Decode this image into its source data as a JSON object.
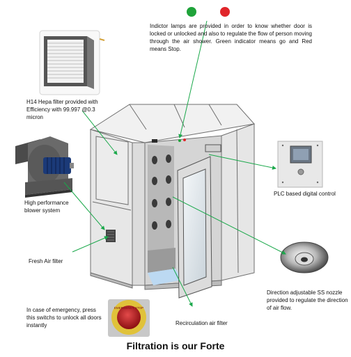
{
  "labels": {
    "indicator": "Indictor lamps are provided in order to know whether door is locked or unlocked and also to regulate the flow of person moving through the air shower. Green indicator means go and Red means Stop.",
    "hepa": "H14 Hepa filter provided with Efficiency with 99.997 @0.3 micron",
    "blower": "High performance blower system",
    "fresh_air": "Fresh Air filter",
    "plc": "PLC based digital control",
    "nozzle": "Direction adjustable SS nozzle provided to regulate the direction of air flow.",
    "emergency": "In case of emergency, press this switchs to unlock all doors instantly",
    "recirculation": "Recirculation air filter",
    "stop_button_text": "EMERGENCY STOP"
  },
  "title": "Filtration is our Forte",
  "colors": {
    "green_lamp": "#1fa33a",
    "red_lamp": "#e0252a",
    "callout_line": "#1aa84a",
    "cabinet_panel": "#e7e7e7",
    "cabinet_edge": "#6e6e6e",
    "stop_button": "#b4161b"
  }
}
